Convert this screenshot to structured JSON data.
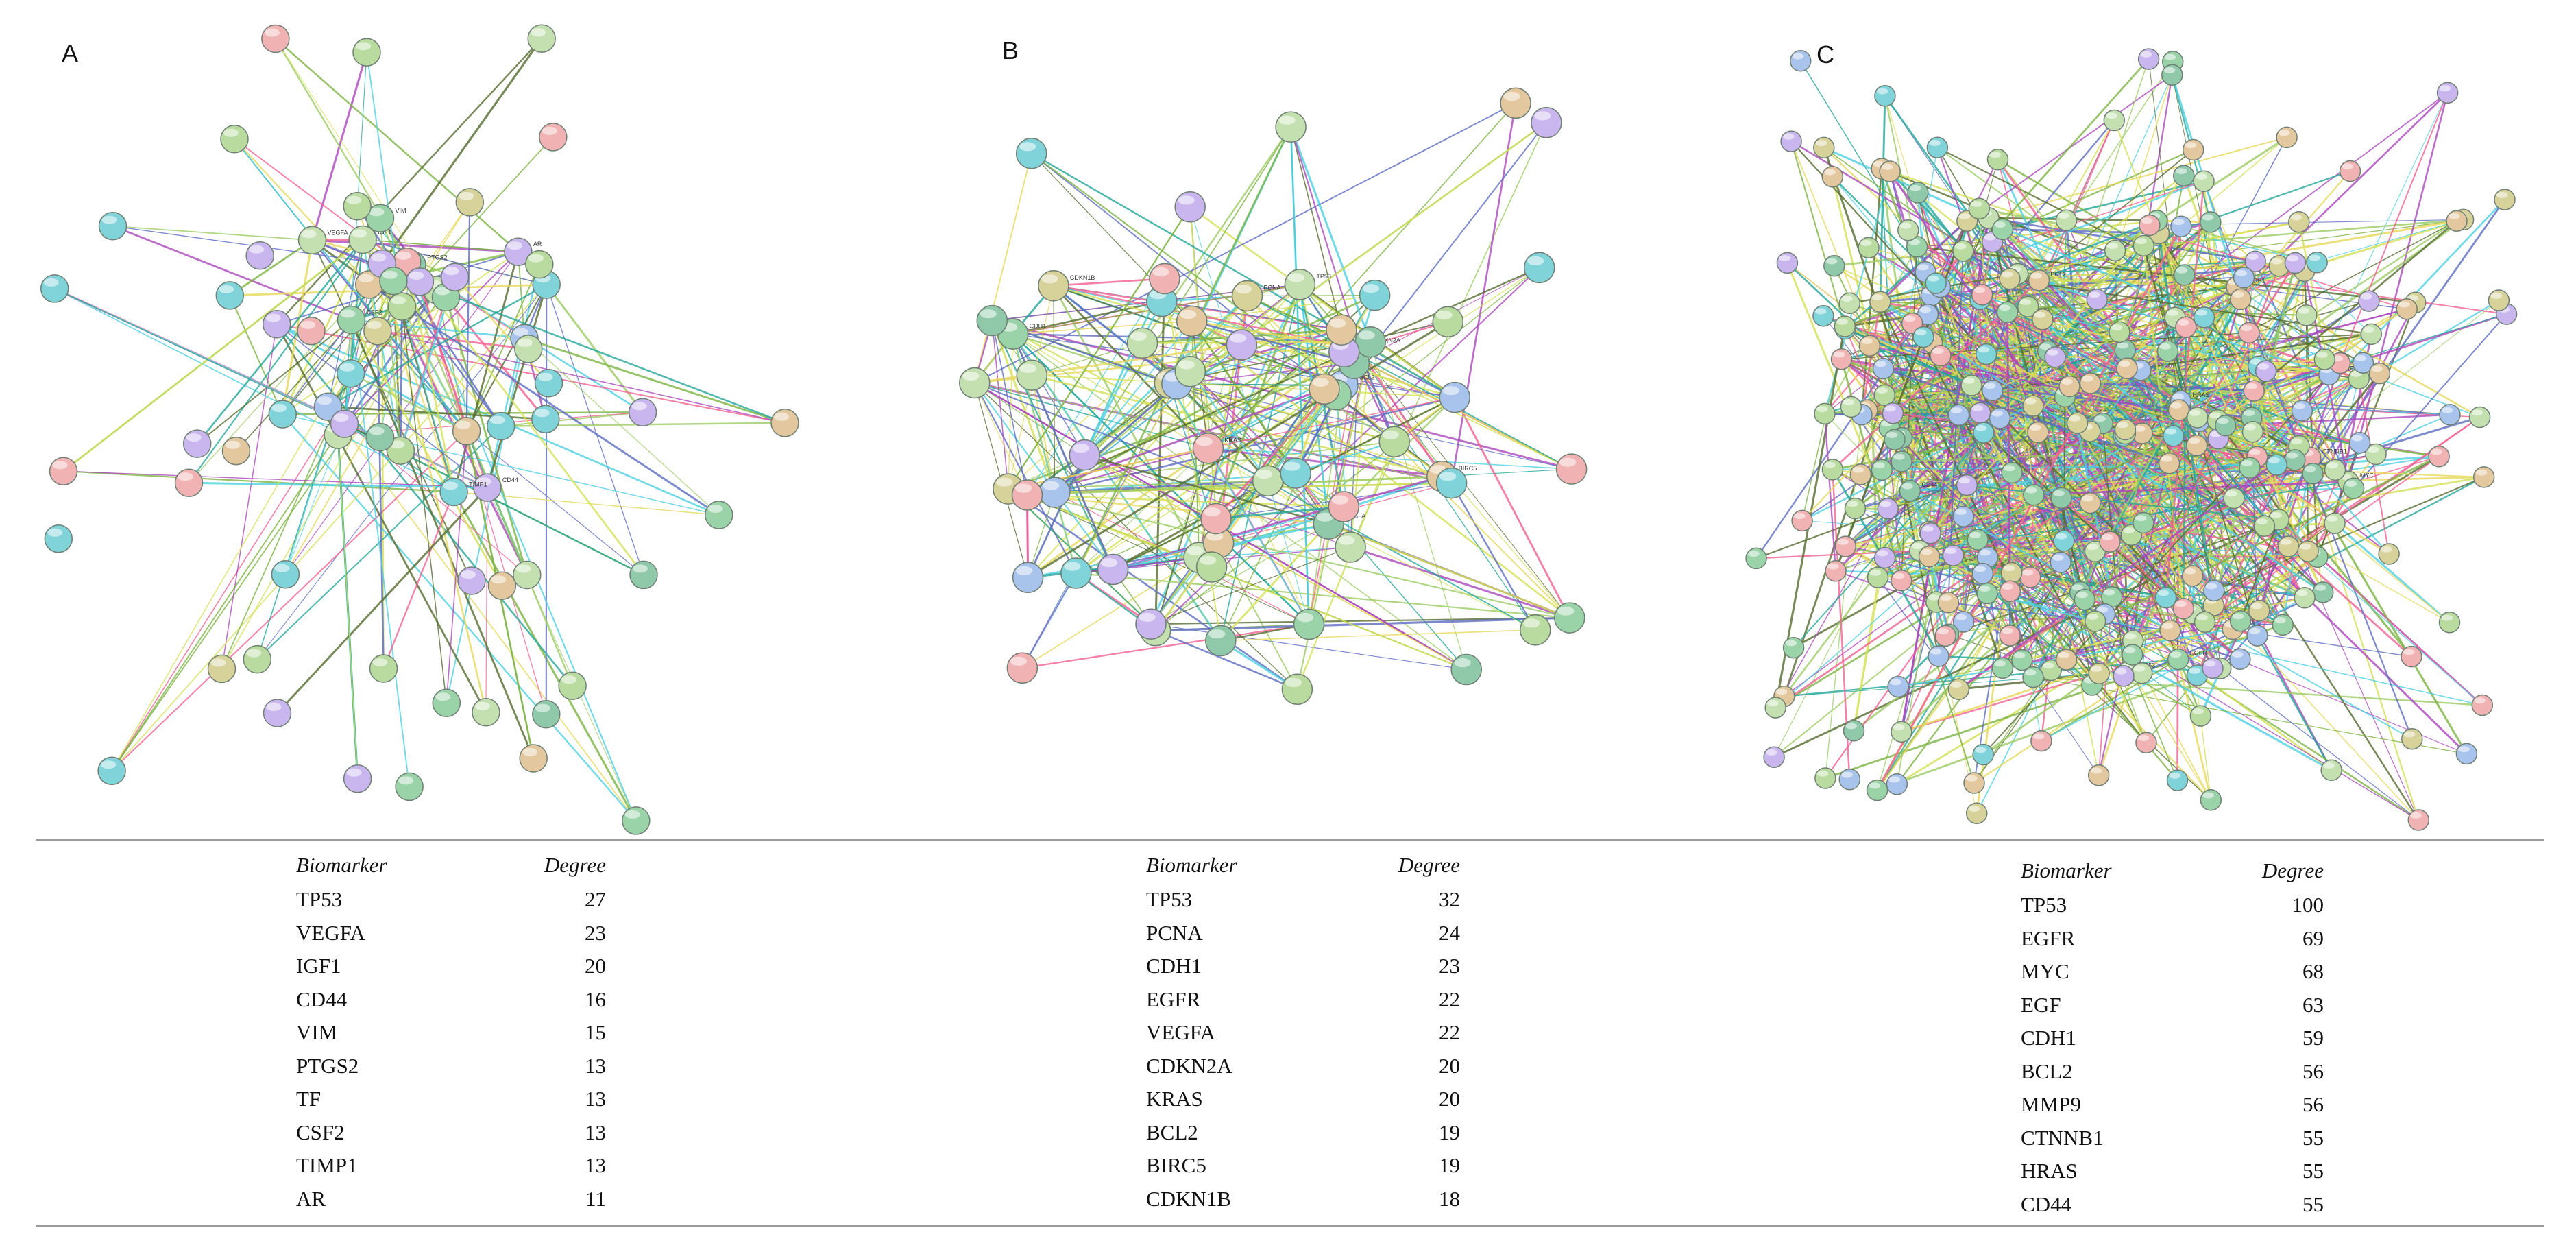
{
  "panels": [
    {
      "letter": "A",
      "nodes": [
        "TP53",
        "VEGFA",
        "IGF1",
        "CD44",
        "VIM",
        "PTGS2",
        "TF",
        "CSF2",
        "TIMP1",
        "AR"
      ],
      "table": {
        "headers": {
          "biomarker": "Biomarker",
          "degree": "Degree"
        },
        "rows": [
          {
            "biomarker": "TP53",
            "degree": "27"
          },
          {
            "biomarker": "VEGFA",
            "degree": "23"
          },
          {
            "biomarker": "IGF1",
            "degree": "20"
          },
          {
            "biomarker": "CD44",
            "degree": "16"
          },
          {
            "biomarker": "VIM",
            "degree": "15"
          },
          {
            "biomarker": "PTGS2",
            "degree": "13"
          },
          {
            "biomarker": "TF",
            "degree": "13"
          },
          {
            "biomarker": "CSF2",
            "degree": "13"
          },
          {
            "biomarker": "TIMP1",
            "degree": "13"
          },
          {
            "biomarker": "AR",
            "degree": "11"
          }
        ]
      }
    },
    {
      "letter": "B",
      "nodes": [
        "TP53",
        "PCNA",
        "CDH1",
        "EGFR",
        "VEGFA",
        "CDKN2A",
        "KRAS",
        "BCL2",
        "BIRC5",
        "CDKN1B"
      ],
      "table": {
        "headers": {
          "biomarker": "Biomarker",
          "degree": "Degree"
        },
        "rows": [
          {
            "biomarker": "TP53",
            "degree": "32"
          },
          {
            "biomarker": "PCNA",
            "degree": "24"
          },
          {
            "biomarker": "CDH1",
            "degree": "23"
          },
          {
            "biomarker": "EGFR",
            "degree": "22"
          },
          {
            "biomarker": "VEGFA",
            "degree": "22"
          },
          {
            "biomarker": "CDKN2A",
            "degree": "20"
          },
          {
            "biomarker": "KRAS",
            "degree": "20"
          },
          {
            "biomarker": "BCL2",
            "degree": "19"
          },
          {
            "biomarker": "BIRC5",
            "degree": "19"
          },
          {
            "biomarker": "CDKN1B",
            "degree": "18"
          }
        ]
      }
    },
    {
      "letter": "C",
      "nodes": [
        "TP53",
        "EGFR",
        "MYC",
        "EGF",
        "CDH1",
        "BCL2",
        "MMP9",
        "CTNNB1",
        "HRAS",
        "CD44"
      ],
      "table": {
        "headers": {
          "biomarker": "Biomarker",
          "degree": "Degree"
        },
        "rows": [
          {
            "biomarker": "TP53",
            "degree": "100"
          },
          {
            "biomarker": "EGFR",
            "degree": "69"
          },
          {
            "biomarker": "MYC",
            "degree": "68"
          },
          {
            "biomarker": "EGF",
            "degree": "63"
          },
          {
            "biomarker": "CDH1",
            "degree": "59"
          },
          {
            "biomarker": "BCL2",
            "degree": "56"
          },
          {
            "biomarker": "MMP9",
            "degree": "56"
          },
          {
            "biomarker": "CTNNB1",
            "degree": "55"
          },
          {
            "biomarker": "HRAS",
            "degree": "55"
          },
          {
            "biomarker": "CD44",
            "degree": "55"
          }
        ]
      }
    }
  ],
  "edge_colors": [
    "#d4e157",
    "#9ccc65",
    "#f06292",
    "#ab47bc",
    "#26a69a",
    "#5c6bc0",
    "#556b2f",
    "#7cb342",
    "#e6d85a",
    "#4dd0e1"
  ],
  "node_colors": [
    "#9bd3a8",
    "#a9c4ec",
    "#e3c79e",
    "#f0b2b2",
    "#b9dba0",
    "#7fd3d9",
    "#c9b6ee",
    "#d6d29a",
    "#8fc9a9",
    "#c4e0b0"
  ]
}
